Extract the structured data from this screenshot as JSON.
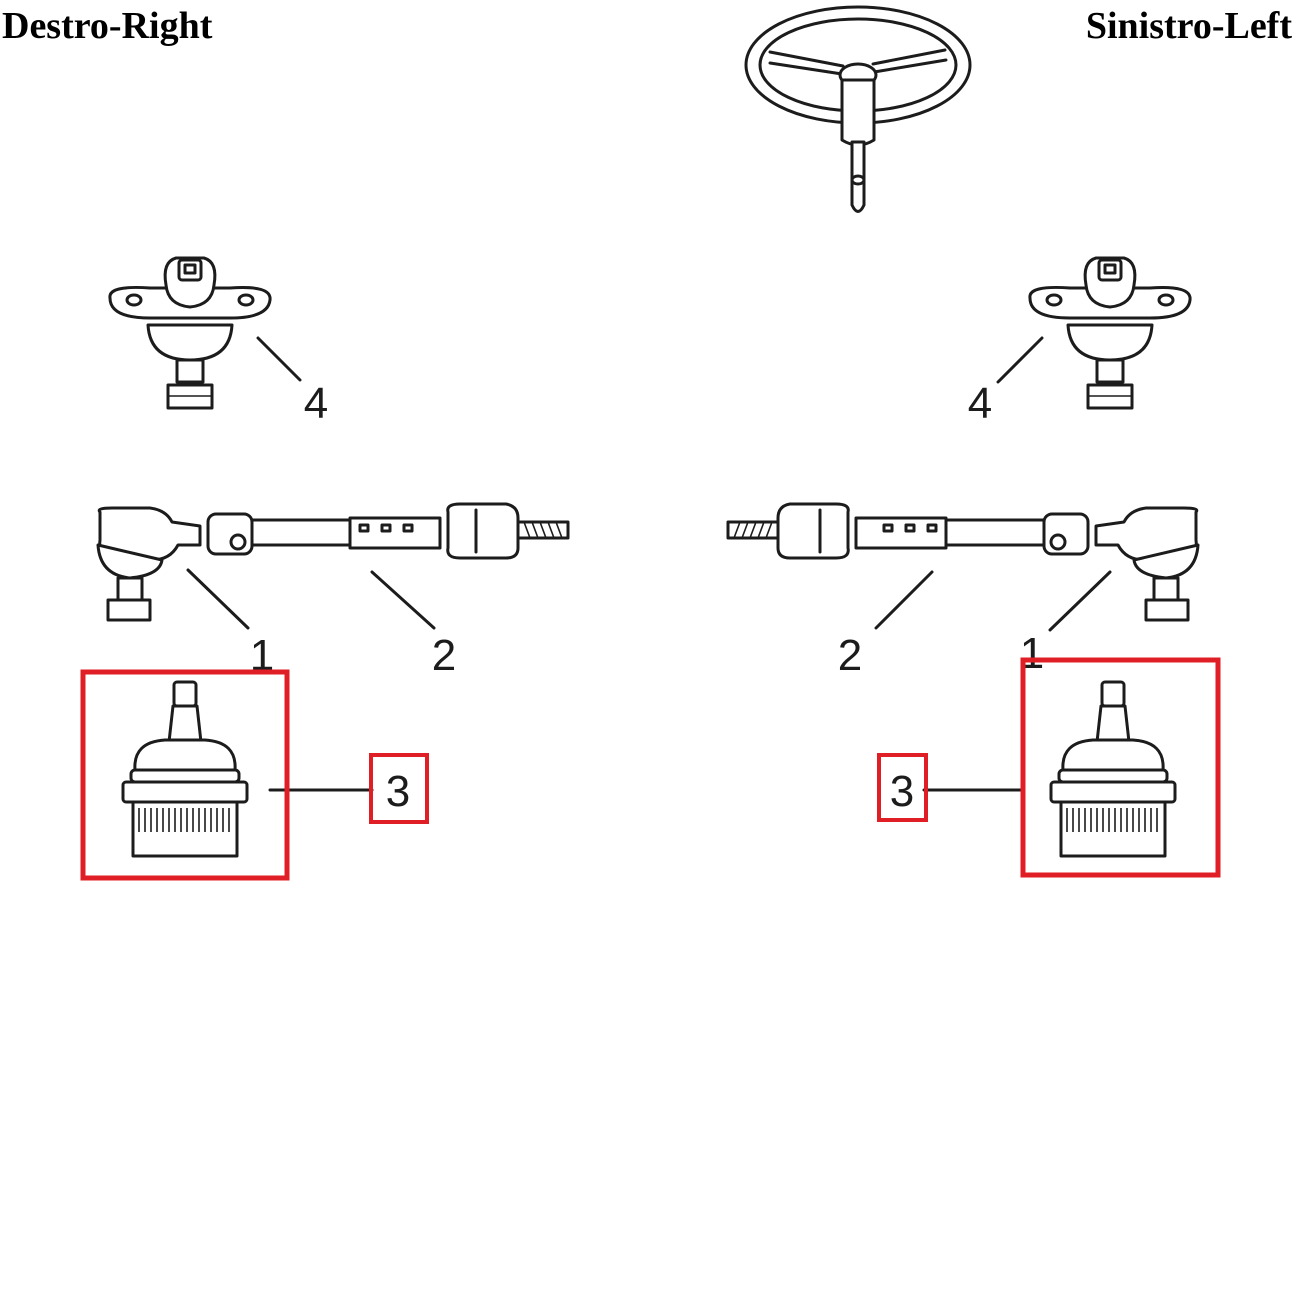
{
  "titles": {
    "right_side": "Destro-Right",
    "left_side": "Sinistro-Left"
  },
  "callouts": {
    "tie_rod_end": "1",
    "tie_rod": "2",
    "ball_joint_lower": "3",
    "ball_joint_upper": "4"
  },
  "colors": {
    "highlight": "#e01e26",
    "line": "#1c1c1c",
    "background": "#ffffff"
  }
}
